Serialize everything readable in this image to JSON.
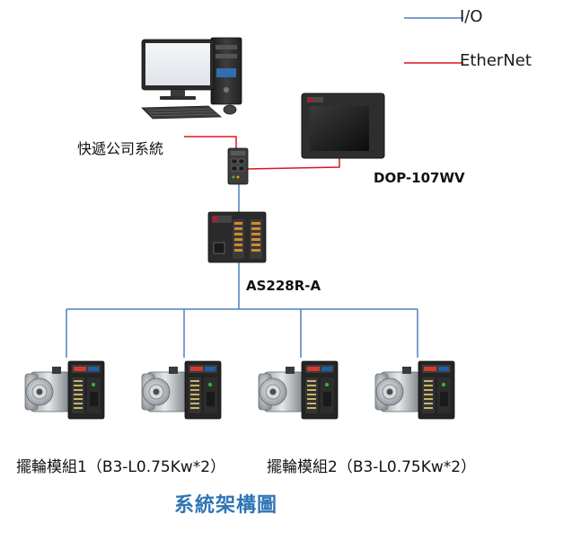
{
  "legend": {
    "io": {
      "label": "I/O",
      "color": "#4f81bd"
    },
    "ethernet": {
      "label": "EtherNet",
      "color": "#e0141e"
    }
  },
  "devices": {
    "pc_label": "快遞公司系統",
    "hmi_label": "DOP-107WV",
    "plc_label": "AS228R-A"
  },
  "groups": {
    "left_label": "擺輪模組1（B3-L0.75Kw*2）",
    "right_label": "擺輪模組2（B3-L0.75Kw*2）"
  },
  "caption": {
    "text": "系統架構圖",
    "color": "#2e75b6"
  },
  "colors": {
    "device_dark": "#2b2b2b",
    "device_mid": "#5a5a5a",
    "motor_silver": "#c9ccd0"
  }
}
